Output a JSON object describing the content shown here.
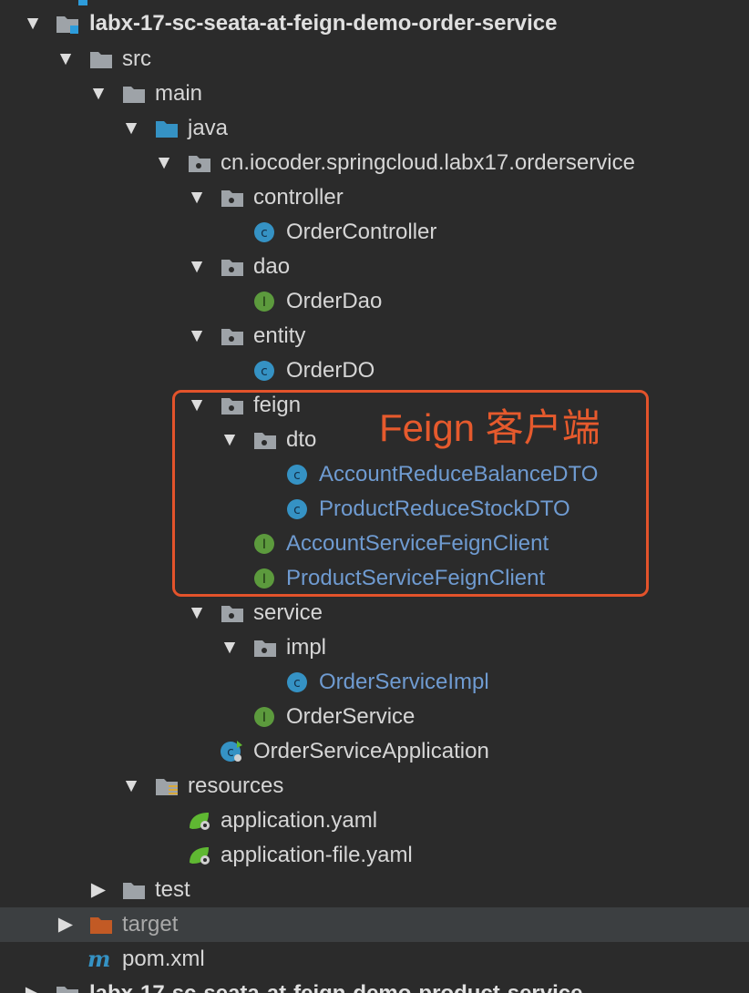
{
  "tree": {
    "annotation": "Feign 客户端",
    "accent_color": "#e3532b",
    "rows": [
      {
        "label": "labx-17-sc-seata-at-feign-demo-order-service",
        "icon": "module-folder-icon",
        "expanded": true
      },
      {
        "label": "src",
        "icon": "folder-icon",
        "expanded": true
      },
      {
        "label": "main",
        "icon": "folder-icon",
        "expanded": true
      },
      {
        "label": "java",
        "icon": "source-root-folder-icon",
        "expanded": true
      },
      {
        "label": "cn.iocoder.springcloud.labx17.orderservice",
        "icon": "package-icon",
        "expanded": true
      },
      {
        "label": "controller",
        "icon": "package-icon",
        "expanded": true
      },
      {
        "label": "OrderController",
        "icon": "class-icon"
      },
      {
        "label": "dao",
        "icon": "package-icon",
        "expanded": true
      },
      {
        "label": "OrderDao",
        "icon": "interface-icon"
      },
      {
        "label": "entity",
        "icon": "package-icon",
        "expanded": true
      },
      {
        "label": "OrderDO",
        "icon": "class-icon"
      },
      {
        "label": "feign",
        "icon": "package-icon",
        "expanded": true
      },
      {
        "label": "dto",
        "icon": "package-icon",
        "expanded": true
      },
      {
        "label": "AccountReduceBalanceDTO",
        "icon": "class-icon"
      },
      {
        "label": "ProductReduceStockDTO",
        "icon": "class-icon"
      },
      {
        "label": "AccountServiceFeignClient",
        "icon": "interface-icon"
      },
      {
        "label": "ProductServiceFeignClient",
        "icon": "interface-icon"
      },
      {
        "label": "service",
        "icon": "package-icon",
        "expanded": true
      },
      {
        "label": "impl",
        "icon": "package-icon",
        "expanded": true
      },
      {
        "label": "OrderServiceImpl",
        "icon": "class-icon"
      },
      {
        "label": "OrderService",
        "icon": "interface-icon"
      },
      {
        "label": "OrderServiceApplication",
        "icon": "spring-boot-class-icon"
      },
      {
        "label": "resources",
        "icon": "resources-folder-icon",
        "expanded": true
      },
      {
        "label": "application.yaml",
        "icon": "spring-config-icon"
      },
      {
        "label": "application-file.yaml",
        "icon": "spring-config-icon"
      },
      {
        "label": "test",
        "icon": "folder-icon",
        "expanded": false
      },
      {
        "label": "target",
        "icon": "excluded-folder-icon",
        "expanded": false
      },
      {
        "label": "pom.xml",
        "icon": "maven-icon"
      },
      {
        "label": "labx-17-sc-seata-at-feign-demo-product-service",
        "icon": "module-folder-icon",
        "expanded": false
      }
    ]
  }
}
